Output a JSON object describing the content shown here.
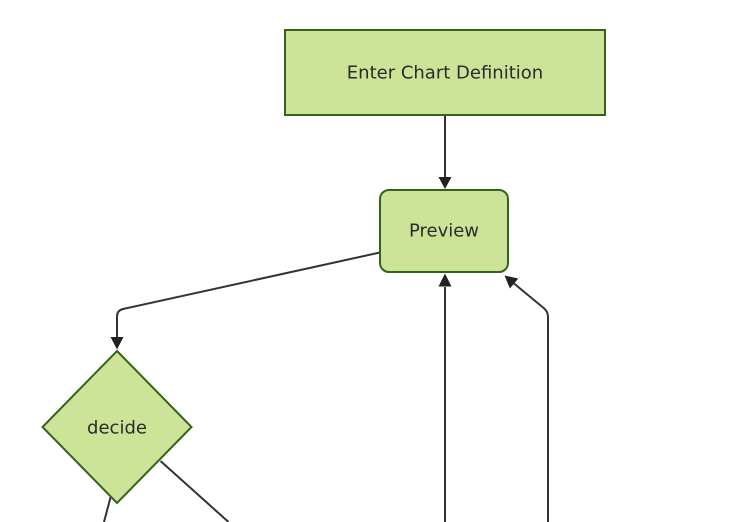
{
  "diagram": {
    "type": "flowchart",
    "orientation": "top-down",
    "nodes": [
      {
        "id": "enter-chart-definition",
        "label": "Enter Chart Definition",
        "shape": "rectangle"
      },
      {
        "id": "preview",
        "label": "Preview",
        "shape": "rounded-rectangle"
      },
      {
        "id": "decide",
        "label": "decide",
        "shape": "diamond"
      }
    ],
    "edges": [
      {
        "from": "enter-chart-definition",
        "to": "preview",
        "arrowhead": "down"
      },
      {
        "from": "preview",
        "to": "decide",
        "arrowhead": "down"
      },
      {
        "from": "offscreen-bottom-1",
        "to": "preview",
        "arrowhead": "up"
      },
      {
        "from": "offscreen-bottom-2",
        "to": "preview",
        "arrowhead": "up-left"
      },
      {
        "from": "decide",
        "to": "offscreen-bottom-left",
        "arrowhead": "none-visible"
      },
      {
        "from": "decide",
        "to": "offscreen-bottom-right",
        "arrowhead": "none-visible"
      }
    ],
    "colors": {
      "background": "#ffffff",
      "node_fill": "#cde498",
      "node_border": "#35621c",
      "edge_stroke": "#333333",
      "arrowhead_fill": "#222222",
      "label_color": "#2b2b2b"
    }
  }
}
